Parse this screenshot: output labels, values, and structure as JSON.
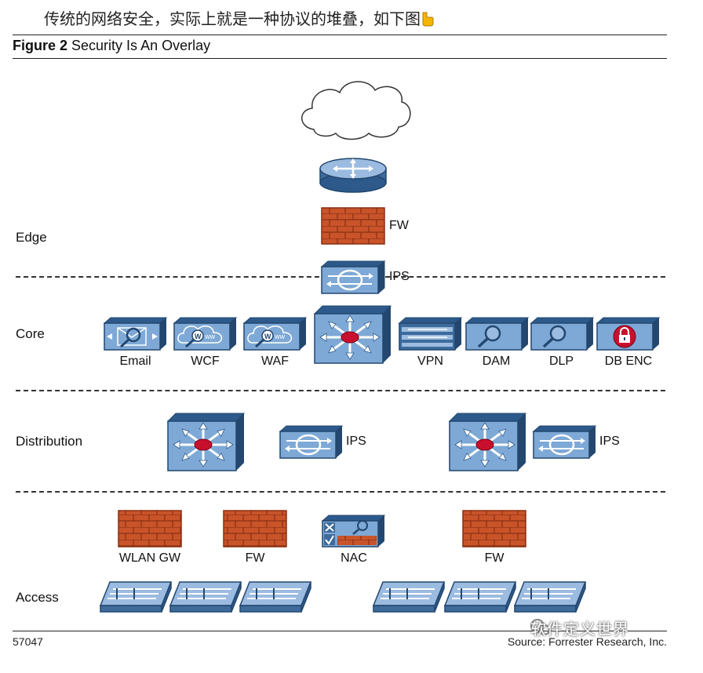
{
  "caption": "传统的网络安全，实际上就是一种协议的堆叠，如下图",
  "figure": {
    "number": "Figure 2",
    "title": "Security Is An Overlay"
  },
  "layers": {
    "edge": "Edge",
    "core": "Core",
    "distribution": "Distribution",
    "access": "Access"
  },
  "edge": {
    "fw": "FW",
    "ips": "IPS"
  },
  "core": {
    "email": "Email",
    "wcf": "WCF",
    "waf": "WAF",
    "vpn": "VPN",
    "dam": "DAM",
    "dlp": "DLP",
    "dbenc": "DB ENC"
  },
  "distribution": {
    "ips_left": "IPS",
    "ips_right": "IPS"
  },
  "access": {
    "wlan_gw": "WLAN GW",
    "fw_left": "FW",
    "nac": "NAC",
    "fw_right": "FW"
  },
  "footer": {
    "id": "57047",
    "source": "Source: Forrester Research, Inc."
  },
  "watermark": "软件定义世界",
  "colors": {
    "device_blue": "#7ea9d6",
    "device_dark": "#2d5a8a",
    "brick": "#c9542a",
    "hub_red": "#c8102e"
  }
}
